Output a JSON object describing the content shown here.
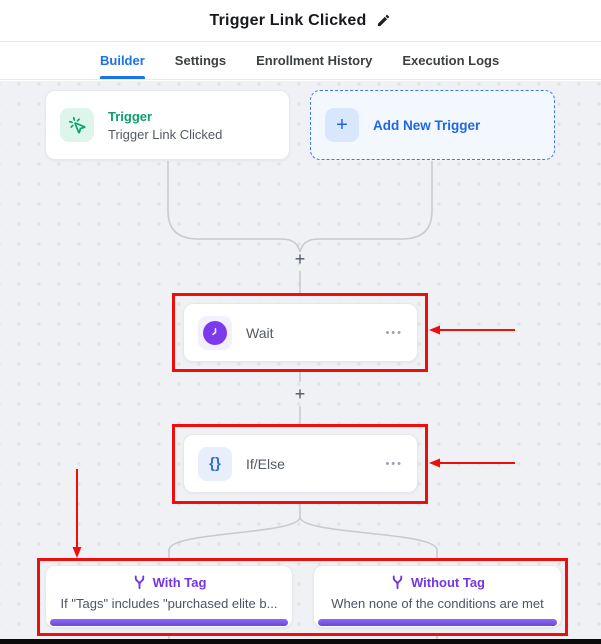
{
  "header": {
    "title": "Trigger Link Clicked"
  },
  "tabs": [
    {
      "label": "Builder",
      "active": true
    },
    {
      "label": "Settings",
      "active": false
    },
    {
      "label": "Enrollment History",
      "active": false
    },
    {
      "label": "Execution Logs",
      "active": false
    }
  ],
  "canvas": {
    "trigger_card": {
      "label": "Trigger",
      "sublabel": "Trigger Link Clicked"
    },
    "add_trigger": {
      "label": "Add New Trigger",
      "plus": "+"
    },
    "plus_nodes": {
      "first": "+",
      "second": "+"
    },
    "wait_card": {
      "label": "Wait",
      "menu": "•••"
    },
    "ifelse_card": {
      "label": "If/Else",
      "icon_text": "{}",
      "menu": "•••"
    },
    "branches": [
      {
        "title": "With Tag",
        "description": "If \"Tags\" includes \"purchased elite b..."
      },
      {
        "title": "Without Tag",
        "description": "When none of the conditions are met"
      }
    ]
  },
  "colors": {
    "accent_blue": "#1a73e8",
    "trigger_green": "#0e9f6e",
    "wait_purple": "#7c3aed",
    "ifelse_blue": "#2f6bdf",
    "branch_purple": "#7435e2",
    "annotation_red": "#ee0e0e",
    "canvas_bg": "#f0f1f4",
    "connector_gray": "#c6c9ce"
  }
}
